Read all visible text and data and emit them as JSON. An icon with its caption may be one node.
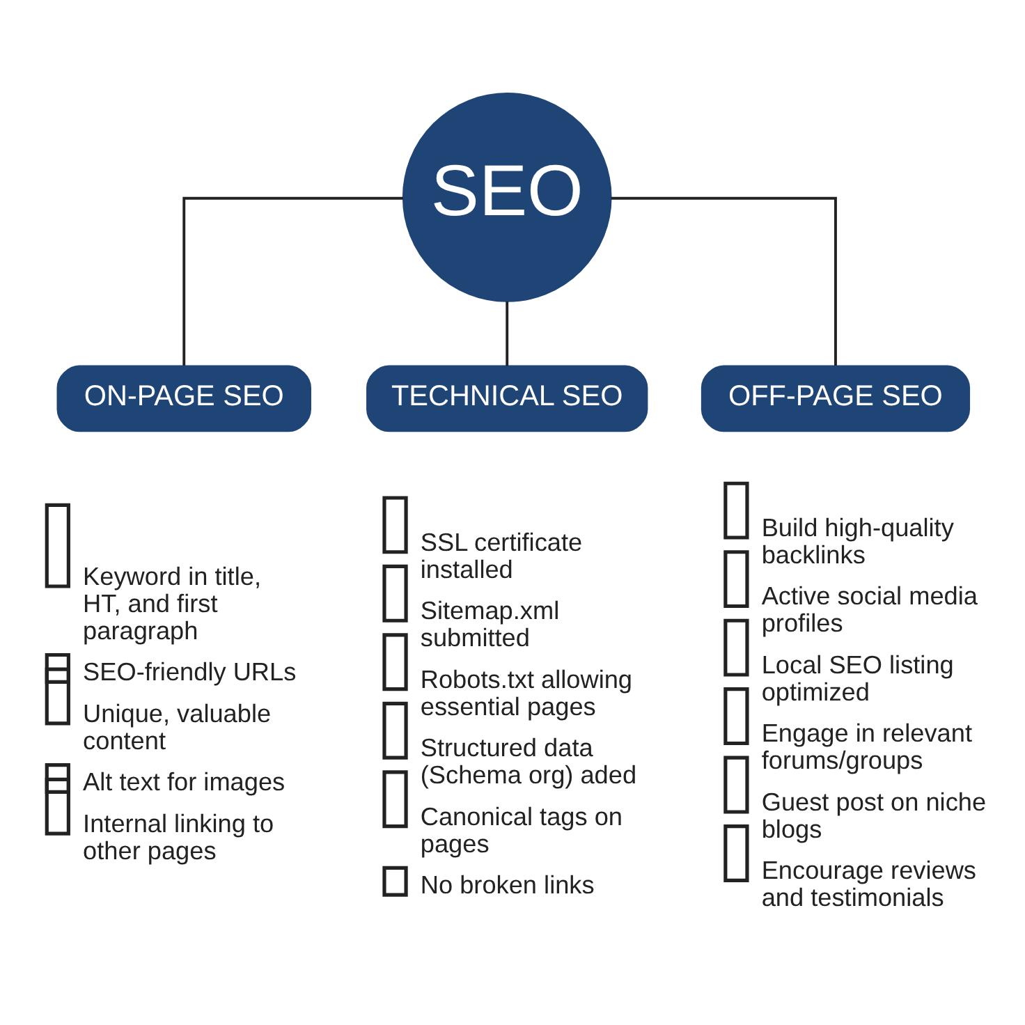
{
  "diagram": {
    "nodes": [
      {
        "text": [
          "SEO"
        ]
      },
      {
        "text": [
          "ON-PAGE SEO"
        ],
        "beside": [
          "Keyword in title, HT, and first paragraph",
          "SEO-friendly URLs",
          "Unique, valuable content",
          "Alt text for images",
          "Internal linking to other pages"
        ]
      },
      {
        "text": [
          "TECHNICAL SEO"
        ],
        "beside": [
          "SSL certificate installed",
          "Sitemap.xml submitted",
          "Robots.txt allowing essential pages",
          "Structured data (Schema org) aded",
          "Canonical tags on pages",
          "No broken links"
        ]
      },
      {
        "text": [
          "OFF-PAGE SEO"
        ],
        "beside": [
          "Build high-quality backlinks",
          "Active social media profiles",
          "Local SEO listing optimized",
          "Engage in relevant forums/groups",
          "Guest post on niche blogs",
          "Encourage reviews and testimonials"
        ]
      }
    ],
    "edges": [
      {
        "from": 0,
        "to": 1,
        "arrow": "none"
      },
      {
        "from": 0,
        "to": 2,
        "arrow": "none"
      },
      {
        "from": 0,
        "to": 3,
        "arrow": "none"
      }
    ]
  }
}
